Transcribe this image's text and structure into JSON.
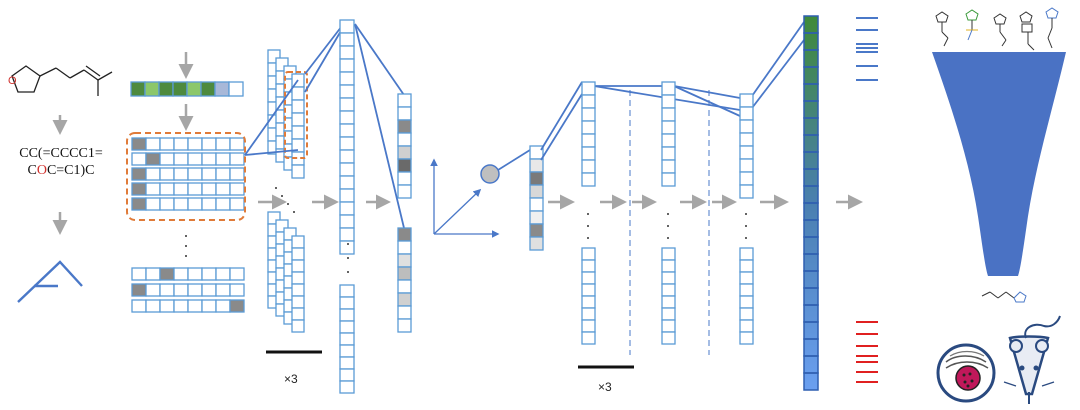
{
  "smiles": {
    "line1": "CC(=CCCC1=",
    "line2_pre": "C",
    "line2_hl": "O",
    "line2_post": "C=C1)C"
  },
  "repeat_labels": [
    "×3",
    "×3"
  ],
  "colors": {
    "blue": "#4a78c8",
    "cell_border": "#5b9bd5",
    "arrow_gray": "#a6a6a6",
    "orange": "#e07b39",
    "green_dark": "#4e8a3e",
    "green_light": "#8cc76a",
    "gray_cell": "#8a8a8a",
    "red": "#e02020",
    "funnel": "#4a72c4"
  },
  "icons": [
    "furan-molecule-icon",
    "skeletal-formula-icon",
    "molecule-library-icons",
    "candidate-molecule-icon",
    "cell-icon",
    "mouse-icon",
    "orange-dashed-highlight-box",
    "embedding-vector",
    "filter-funnel"
  ]
}
